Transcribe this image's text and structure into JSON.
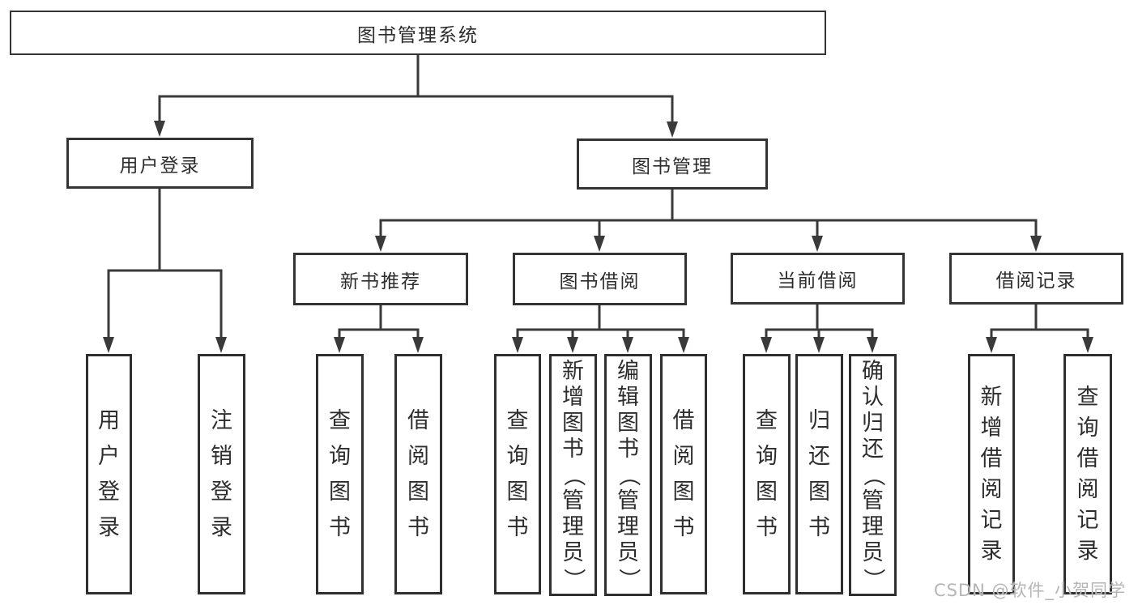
{
  "diagram_title": "图书管理系统",
  "tree": {
    "label": "图书管理系统",
    "children": [
      {
        "label": "用户登录",
        "children": [
          {
            "label": "用户登录"
          },
          {
            "label": "注销登录"
          }
        ]
      },
      {
        "label": "图书管理",
        "children": [
          {
            "label": "新书推荐",
            "children": [
              {
                "label": "查询图书"
              },
              {
                "label": "借阅图书"
              }
            ]
          },
          {
            "label": "图书借阅",
            "children": [
              {
                "label": "查询图书"
              },
              {
                "label": "新增图书（管理员）"
              },
              {
                "label": "编辑图书（管理员）"
              },
              {
                "label": "借阅图书"
              }
            ]
          },
          {
            "label": "当前借阅",
            "children": [
              {
                "label": "查询图书"
              },
              {
                "label": "归还图书"
              },
              {
                "label": "确认归还（管理员）"
              }
            ]
          },
          {
            "label": "借阅记录",
            "children": [
              {
                "label": "新增借阅记录"
              },
              {
                "label": "查询借阅记录"
              }
            ]
          }
        ]
      }
    ]
  },
  "watermark": "CSDN @软件_小贺同学",
  "colors": {
    "line": "#3a3a3a",
    "box_border": "#333333",
    "text": "#2d2d2d",
    "watermark": "#b5b5b5",
    "background": "#ffffff"
  }
}
